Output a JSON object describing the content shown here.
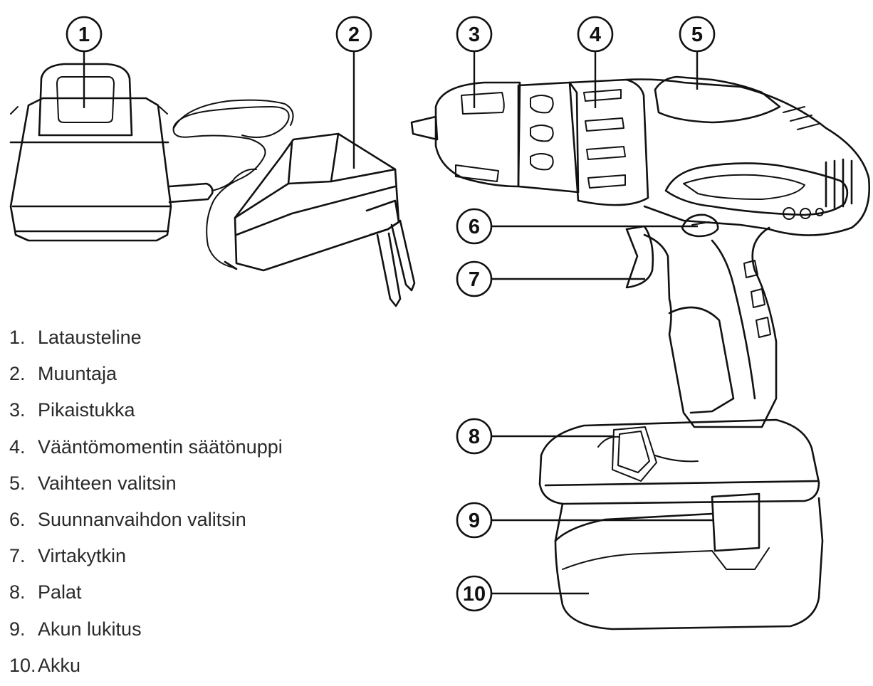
{
  "callouts": [
    "1",
    "2",
    "3",
    "4",
    "5",
    "6",
    "7",
    "8",
    "9",
    "10"
  ],
  "legend": [
    {
      "number": "1.",
      "label": "Latausteline"
    },
    {
      "number": "2.",
      "label": "Muuntaja"
    },
    {
      "number": "3.",
      "label": "Pikaistukka"
    },
    {
      "number": "4.",
      "label": "Vääntömomentin säätönuppi"
    },
    {
      "number": "5.",
      "label": "Vaihteen valitsin"
    },
    {
      "number": "6.",
      "label": "Suunnanvaihdon valitsin"
    },
    {
      "number": "7.",
      "label": "Virtakytkin"
    },
    {
      "number": "8.",
      "label": "Palat"
    },
    {
      "number": "9.",
      "label": "Akun lukitus"
    },
    {
      "number": "10.",
      "label": "Akku"
    }
  ]
}
